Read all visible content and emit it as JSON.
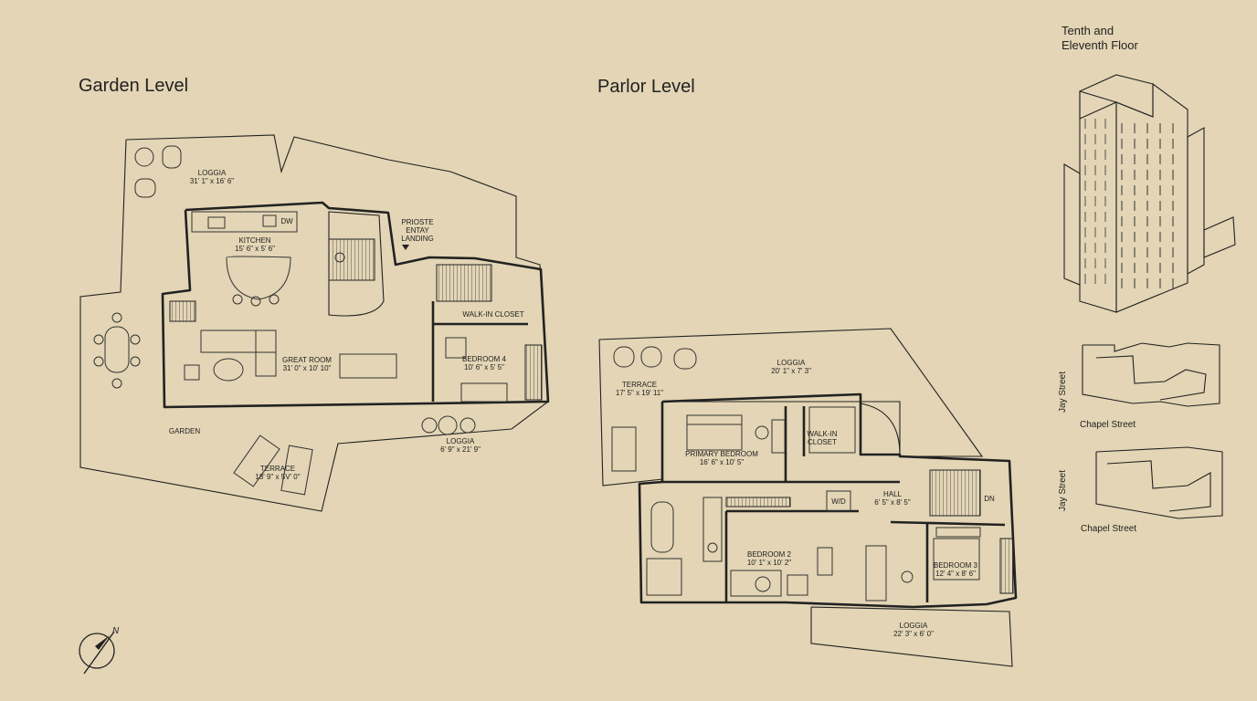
{
  "titles": {
    "garden_level": "Garden Level",
    "parlor_level": "Parlor Level",
    "upper_line1": "Tenth and",
    "upper_line2": "Eleventh Floor"
  },
  "garden": {
    "loggia_top": {
      "name": "LOGGIA",
      "dims": "31' 1\" x 16' 6\""
    },
    "kitchen": {
      "name": "KITCHEN",
      "dims": "15' 6\" x 5' 6\""
    },
    "dw": "DW",
    "private_entry": {
      "line1": "PRIOSTE",
      "line2": "ENTAY",
      "line3": "LANDING"
    },
    "walk_in_closet": "WALK-IN CLOSET",
    "great_room": {
      "name": "GREAT ROOM",
      "dims": "31' 0\" x 10' 10\""
    },
    "bedroom4": {
      "name": "BEDROOM 4",
      "dims": "10' 6\" x 5' 5\""
    },
    "garden": "GARDEN",
    "loggia_bottom": {
      "name": "LOGGIA",
      "dims": "6' 9\" x 21' 9\""
    },
    "terrace": {
      "name": "TERRACE",
      "dims": "18' 9\" x 5V' 0\""
    }
  },
  "parlor": {
    "loggia_top": {
      "name": "LOGGIA",
      "dims": "20' 1\" x 7' 3\""
    },
    "terrace": {
      "name": "TERRACE",
      "dims": "17' 5\" x 19' 11\""
    },
    "primary_bedroom": {
      "name": "PRIMARY BEDROOM",
      "dims": "16' 6\" x 10' 5\""
    },
    "walk_in_closet": {
      "line1": "WALK-IN",
      "line2": "CLOSET"
    },
    "hall": {
      "name": "HALL",
      "dims": "6' 5\" x 8' 5\""
    },
    "wd": "W/D",
    "dn": "DN",
    "bedroom2": {
      "name": "BEDROOM 2",
      "dims": "10' 1\" x 10' 2\""
    },
    "bedroom3": {
      "name": "BEDROOM 3",
      "dims": "12' 4\" x 8' 6\""
    },
    "loggia_bottom": {
      "name": "LOGGIA",
      "dims": "22' 3\" x 6' 0\""
    }
  },
  "keyplans": {
    "upper": {
      "jay": "Jay Street",
      "chapel": "Chapel Street"
    },
    "lower": {
      "jay": "Jay Street",
      "chapel": "Chapel Street"
    }
  },
  "compass": {
    "north": "N"
  },
  "colors": {
    "paper": "#e3d5b5",
    "ink": "#222222"
  }
}
